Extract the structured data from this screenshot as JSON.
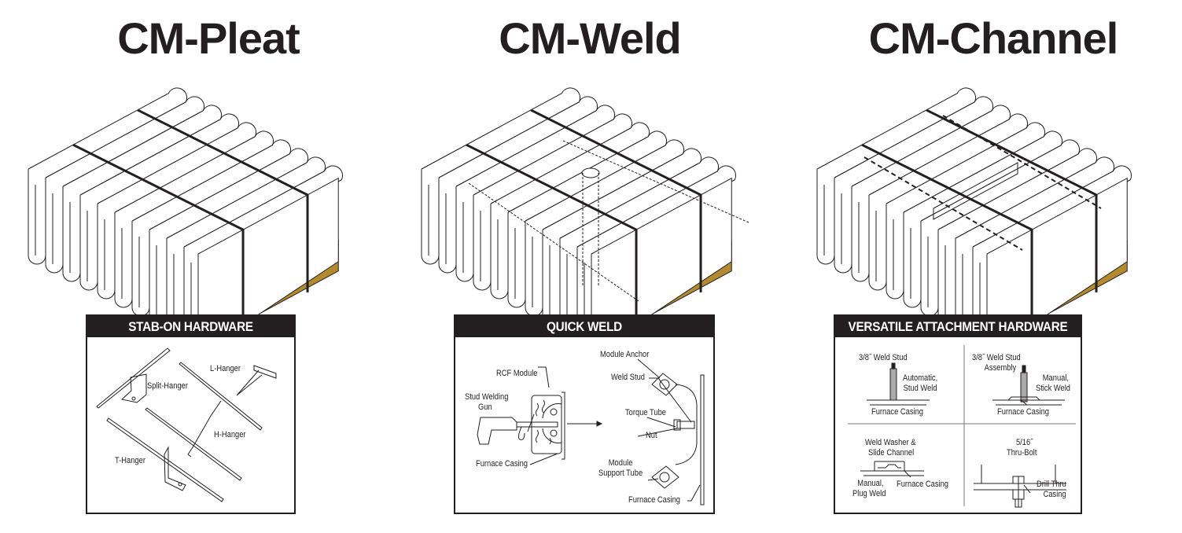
{
  "colors": {
    "ink": "#231f20",
    "casing": "#b38a2f",
    "panel_header_bg": "#231f20",
    "panel_header_text": "#ffffff"
  },
  "products": [
    {
      "title": "CM-Pleat",
      "panel": {
        "header": "STAB-ON HARDWARE",
        "labels": {
          "split_hanger": "Split-Hanger",
          "l_hanger": "L-Hanger",
          "h_hanger": "H-Hanger",
          "t_hanger": "T-Hanger"
        }
      }
    },
    {
      "title": "CM-Weld",
      "panel": {
        "header": "QUICK WELD",
        "labels": {
          "rcf_module": "RCF Module",
          "stud_welding_gun_1": "Stud Welding",
          "stud_welding_gun_2": "Gun",
          "furnace_casing_left": "Furnace Casing",
          "module_anchor": "Module Anchor",
          "weld_stud": "Weld Stud",
          "torque_tube": "Torque Tube",
          "nut": "Nut",
          "module_support_tube_1": "Module",
          "module_support_tube_2": "Support Tube",
          "furnace_casing_right": "Furnace Casing"
        }
      }
    },
    {
      "title": "CM-Channel",
      "panel": {
        "header": "VERSATILE ATTACHMENT HARDWARE",
        "quadrants": [
          {
            "title_lines": [
              "3/8˝ Weld Stud"
            ],
            "method_lines": [
              "Automatic,",
              "Stud Weld"
            ],
            "casing": "Furnace Casing"
          },
          {
            "title_lines": [
              "3/8˝ Weld Stud",
              "Assembly"
            ],
            "method_lines": [
              "Manual,",
              "Stick Weld"
            ],
            "casing": "Furnace Casing"
          },
          {
            "title_lines": [
              "Weld Washer &",
              "Slide Channel"
            ],
            "method_lines": [
              "Manual,",
              "Plug Weld"
            ],
            "casing": "Furnace Casing"
          },
          {
            "title_lines": [
              "5/16˝",
              "Thru-Bolt"
            ],
            "method_lines": [
              "Drill Thru",
              "Casing"
            ],
            "casing": ""
          }
        ]
      }
    }
  ]
}
